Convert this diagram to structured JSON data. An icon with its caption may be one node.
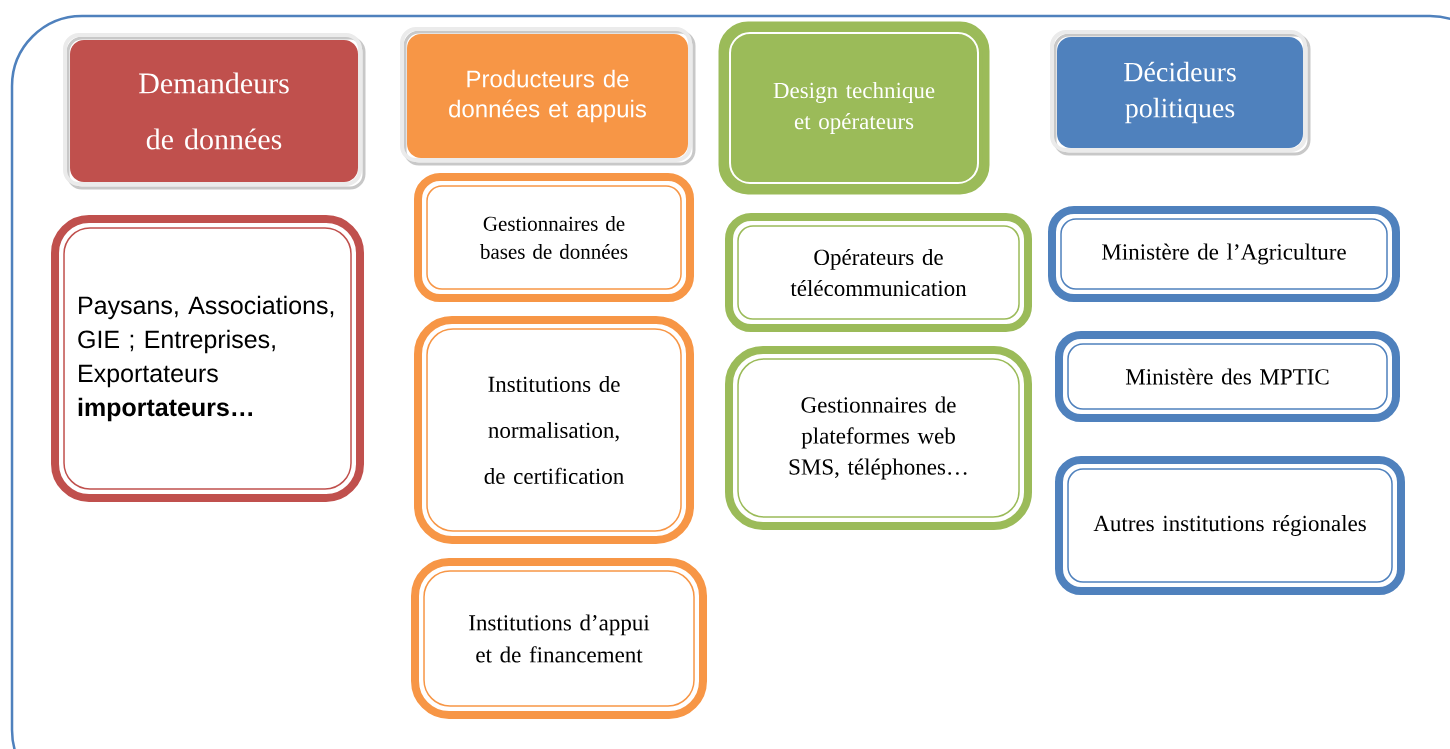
{
  "diagram": {
    "nodes": [
      {
        "text": [
          "Demandeurs de données"
        ]
      },
      {
        "text": [
          "Paysans, Associations, GIE ; Entreprises, Exportateurs **importateurs…**"
        ]
      },
      {
        "text": [
          "Producteurs de données et appuis"
        ]
      },
      {
        "text": [
          "Gestionnaires de bases de données"
        ]
      },
      {
        "text": [
          "Institutions de normalisation, de certification"
        ]
      },
      {
        "text": [
          "Institutions d’appui et de financement"
        ]
      },
      {
        "text": [
          "Design technique et opérateurs"
        ]
      },
      {
        "text": [
          "Opérateurs de télécommunication"
        ]
      },
      {
        "text": [
          "Gestionnaires de plateformes web SMS, téléphones…"
        ]
      },
      {
        "text": [
          "Décideurs politiques"
        ]
      },
      {
        "text": [
          "Ministère de l’Agriculture"
        ]
      },
      {
        "text": [
          "Ministère des MPTIC"
        ]
      },
      {
        "text": [
          "Autres institutions régionales"
        ]
      }
    ]
  }
}
